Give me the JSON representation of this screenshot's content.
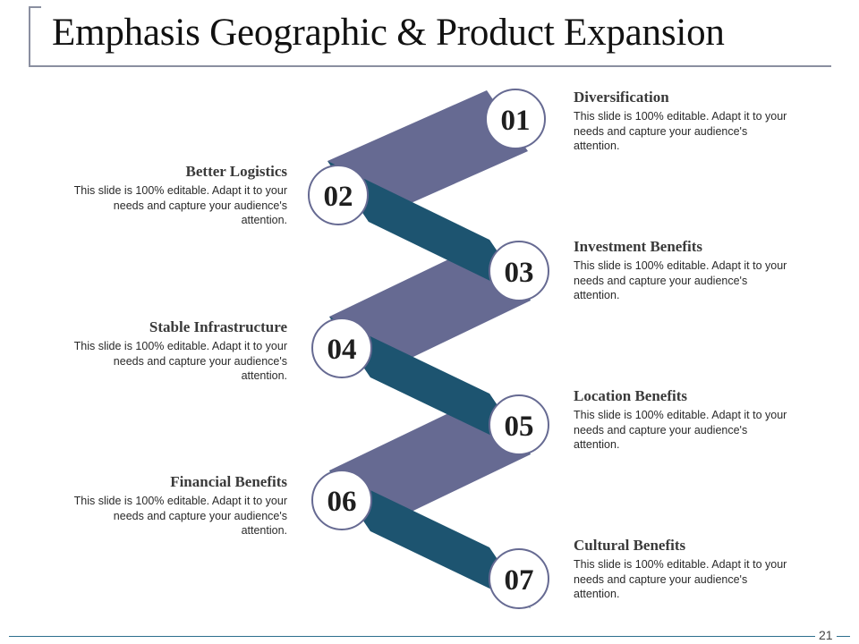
{
  "title": "Emphasis Geographic & Product Expansion",
  "page_number": "21",
  "colors": {
    "light_band": "#666a92",
    "dark_band": "#1d5470",
    "circle_border": "#666a92"
  },
  "items": [
    {
      "num": "01",
      "head": "Diversification",
      "desc": "This slide is 100% editable. Adapt it to your needs and capture your audience's attention."
    },
    {
      "num": "02",
      "head": "Better Logistics",
      "desc": "This slide is 100% editable. Adapt it to your needs and capture your audience's attention."
    },
    {
      "num": "03",
      "head": "Investment Benefits",
      "desc": "This slide is 100% editable. Adapt it to your needs and capture your audience's attention."
    },
    {
      "num": "04",
      "head": "Stable Infrastructure",
      "desc": "This slide is 100% editable. Adapt it to your needs and capture your audience's attention."
    },
    {
      "num": "05",
      "head": "Location Benefits",
      "desc": "This slide is 100% editable. Adapt it to your needs and capture your audience's attention."
    },
    {
      "num": "06",
      "head": "Financial Benefits",
      "desc": "This slide is 100% editable. Adapt it to your needs and capture your audience's attention."
    },
    {
      "num": "07",
      "head": "Cultural Benefits",
      "desc": "This slide is 100% editable. Adapt it to your needs and capture your audience's attention."
    }
  ]
}
